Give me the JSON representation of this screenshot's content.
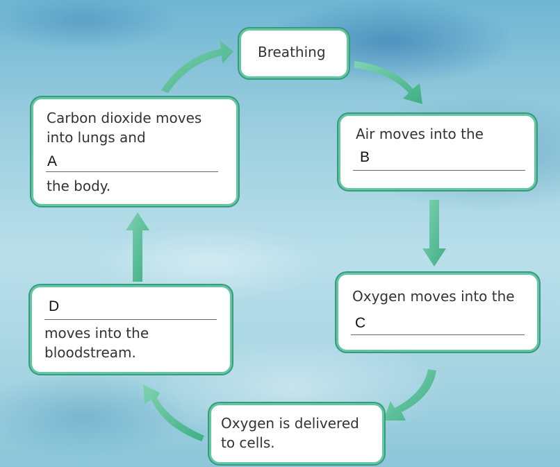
{
  "nodes": {
    "breathing": {
      "text": "Breathing"
    },
    "air": {
      "line1": "Air moves into the",
      "blank": "B"
    },
    "oxygen_in": {
      "line1": "Oxygen moves into the",
      "blank": "C"
    },
    "delivered": {
      "line1": "Oxygen is delivered",
      "line2": "to cells."
    },
    "bloodstream": {
      "blank": "D",
      "line1": "moves into the",
      "line2": "bloodstream."
    },
    "carbon": {
      "line1": "Carbon dioxide moves",
      "line2": "into lungs and",
      "blank": "A",
      "line3": "the body."
    }
  },
  "colors": {
    "arrow": "#4fbf96",
    "box_border": "#63c7a4"
  }
}
